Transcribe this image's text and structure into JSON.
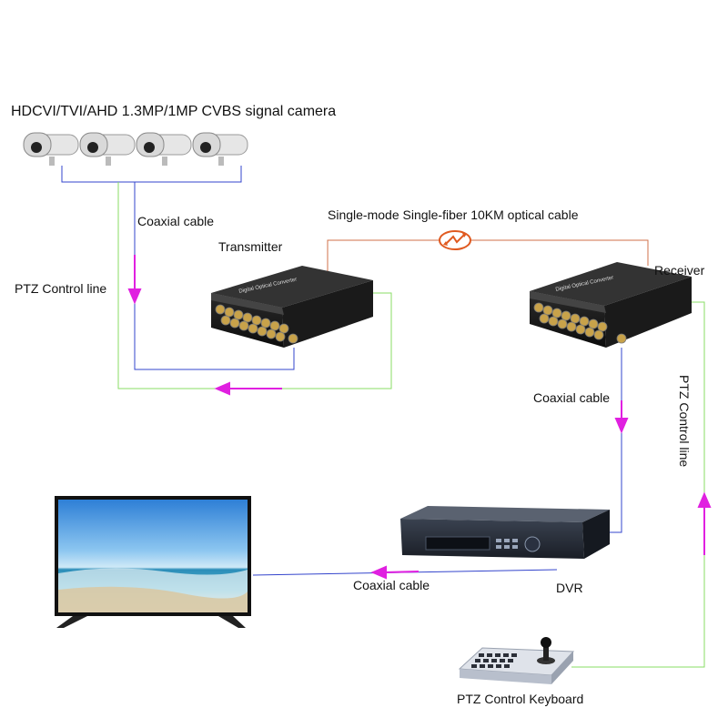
{
  "labels": {
    "camera_title": "HDCVI/TVI/AHD 1.3MP/1MP CVBS signal camera",
    "coaxial_cable_1": "Coaxial cable",
    "transmitter": "Transmitter",
    "optical_cable": "Single-mode Single-fiber 10KM optical cable",
    "receiver": "Receiver",
    "ptz_control_line_left": "PTZ Control line",
    "coaxial_cable_2": "Coaxial cable",
    "ptz_control_line_right": "PTZ Control line",
    "coaxial_cable_3": "Coaxial cable",
    "dvr": "DVR",
    "ptz_keyboard": "PTZ Control Keyboard"
  },
  "devices": {
    "converter_text": "Digital Optical Converter"
  },
  "colors": {
    "coax": "#3344cc",
    "ptz": "#88dd66",
    "fiber": "#d0704a",
    "arrow": "#e020e0"
  }
}
